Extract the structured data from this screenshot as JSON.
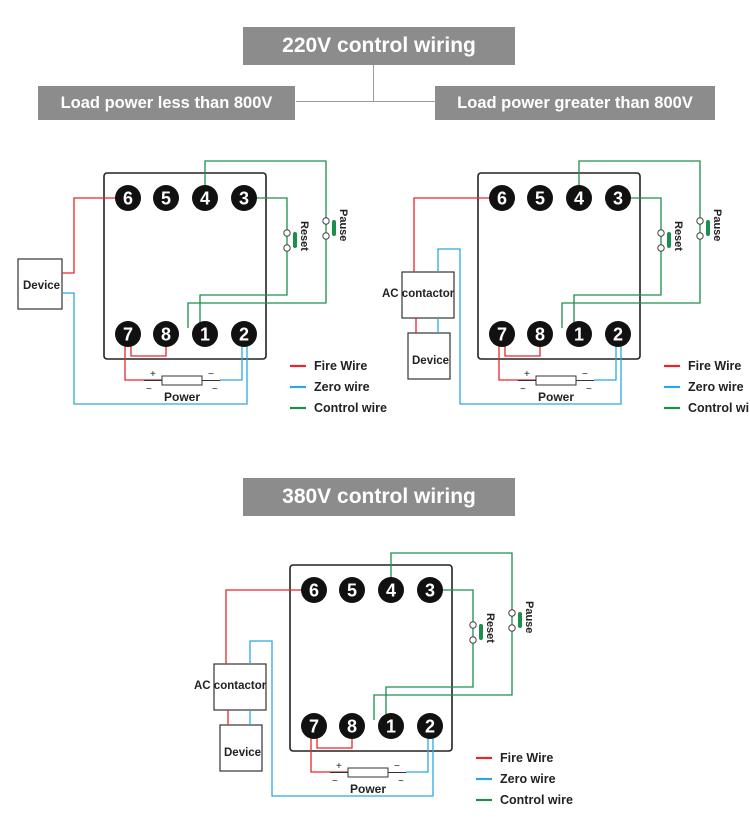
{
  "titles": {
    "v220": "220V control wiring",
    "less": "Load power less than 800V",
    "greater": "Load power greater than 800V",
    "v380": "380V control wiring"
  },
  "terminals": {
    "top": [
      "6",
      "5",
      "4",
      "3"
    ],
    "bottom": [
      "7",
      "8",
      "1",
      "2"
    ]
  },
  "labels": {
    "device": "Device",
    "ac_contactor": "AC contactor",
    "reset": "Reset",
    "pause": "Pause",
    "power": "Power",
    "plus": "+",
    "minus": "−",
    "tilde": "~"
  },
  "legend": [
    {
      "label": "Fire Wire",
      "color": "#e8262a"
    },
    {
      "label": "Zero wire",
      "color": "#2ea7e0"
    },
    {
      "label": "Control wire",
      "color": "#1c8f4a"
    }
  ],
  "colors": {
    "fire": "#e8262a",
    "zero": "#2ea7e0",
    "control": "#1c8f4a",
    "banner": "#8c8c8c"
  }
}
